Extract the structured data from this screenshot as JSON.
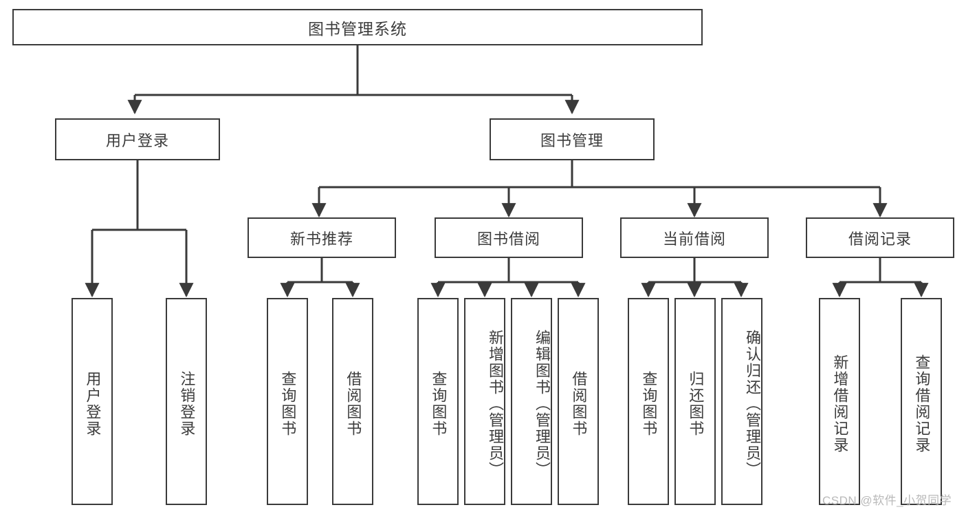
{
  "diagram": {
    "type": "tree-hierarchy-chart",
    "title": "图书管理系统",
    "colors": {
      "stroke": "#3a3a3a",
      "text": "#3c3c3c",
      "background": "#ffffff",
      "watermark": "#b9b9b9"
    }
  },
  "root": {
    "label": "图书管理系统"
  },
  "level1": [
    {
      "label": "用户登录"
    },
    {
      "label": "图书管理"
    }
  ],
  "level2": [
    {
      "label": "新书推荐"
    },
    {
      "label": "图书借阅"
    },
    {
      "label": "当前借阅"
    },
    {
      "label": "借阅记录"
    }
  ],
  "leaves": {
    "user_login": [
      {
        "label": "用户登录"
      },
      {
        "label": "注销登录"
      }
    ],
    "new_book_recommend": [
      {
        "label": "查询图书"
      },
      {
        "label": "借阅图书"
      }
    ],
    "book_borrow": [
      {
        "label": "查询图书"
      },
      {
        "label": "新增图书（管理员）"
      },
      {
        "label": "编辑图书（管理员）"
      },
      {
        "label": "借阅图书"
      }
    ],
    "current_borrow": [
      {
        "label": "查询图书"
      },
      {
        "label": "归还图书"
      },
      {
        "label": "确认归还（管理员）"
      }
    ],
    "borrow_record": [
      {
        "label": "新增借阅记录"
      },
      {
        "label": "查询借阅记录"
      }
    ]
  },
  "watermark": {
    "text": "CSDN @软件_小贺同学"
  }
}
